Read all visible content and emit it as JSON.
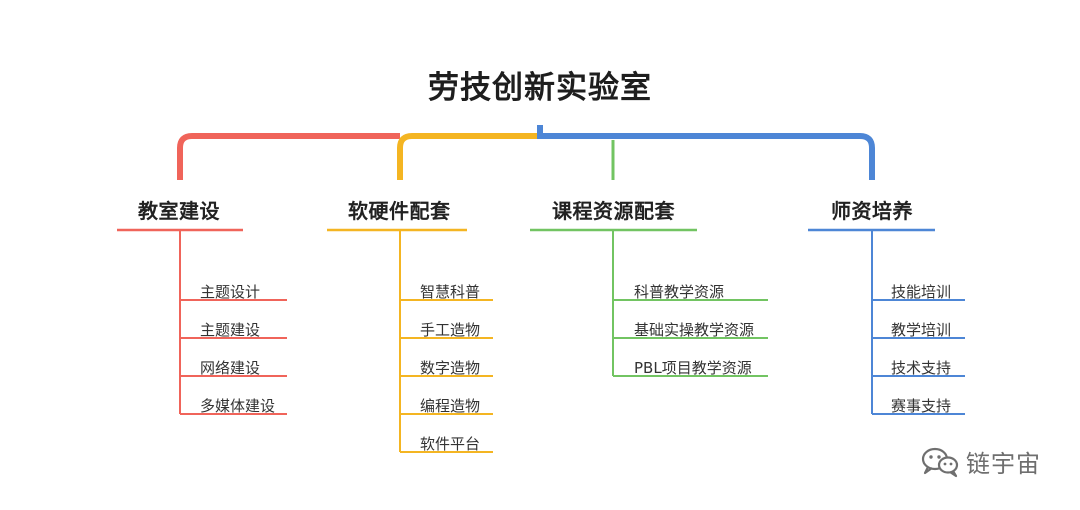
{
  "title": "劳技创新实验室",
  "branches": [
    {
      "label": "教室建设",
      "color": "#f0645a",
      "items": [
        "主题设计",
        "主题建设",
        "网络建设",
        "多媒体建设"
      ]
    },
    {
      "label": "软硬件配套",
      "color": "#f4b522",
      "items": [
        "智慧科普",
        "手工造物",
        "数字造物",
        "编程造物",
        "软件平台"
      ]
    },
    {
      "label": "课程资源配套",
      "color": "#72c462",
      "items": [
        "科普教学资源",
        "基础实操教学资源",
        "PBL项目教学资源"
      ]
    },
    {
      "label": "师资培养",
      "color": "#4d86d6",
      "items": [
        "技能培训",
        "教学培训",
        "技术支持",
        "赛事支持"
      ]
    }
  ],
  "watermark": {
    "text": "链宇宙",
    "icon": "wechat-icon"
  }
}
